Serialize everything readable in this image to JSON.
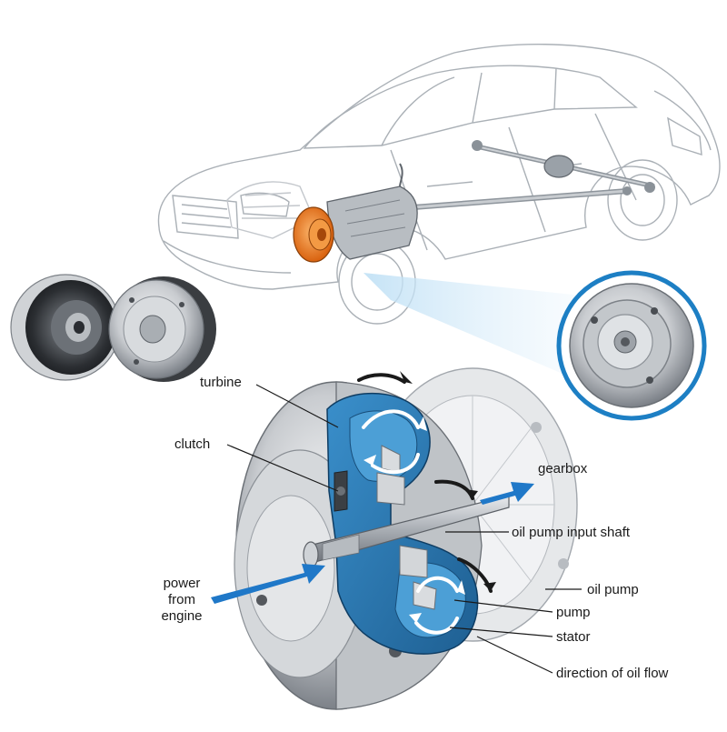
{
  "diagram": {
    "colors": {
      "accent_blue": "#1f78c8",
      "converter_orange": "#e8771e",
      "oil_chamber": "#2f7fb8",
      "metal_light": "#d8dadc",
      "metal_dark": "#5a5e63",
      "line_art": "#9aa0a6",
      "callout_ring": "#1d7fc4"
    },
    "labels": {
      "turbine": "turbine",
      "clutch": "clutch",
      "gearbox": "gearbox",
      "oil_pump_input_shaft": "oil pump input shaft",
      "oil_pump": "oil pump",
      "power_from_engine_1": "power",
      "power_from_engine_2": "from",
      "power_from_engine_3": "engine",
      "pump": "pump",
      "stator": "stator",
      "direction_of_oil_flow": "direction of oil flow"
    },
    "icons": [
      "car-line-art",
      "torque-converter-photo",
      "cutaway-converter",
      "flow-arrow"
    ]
  }
}
